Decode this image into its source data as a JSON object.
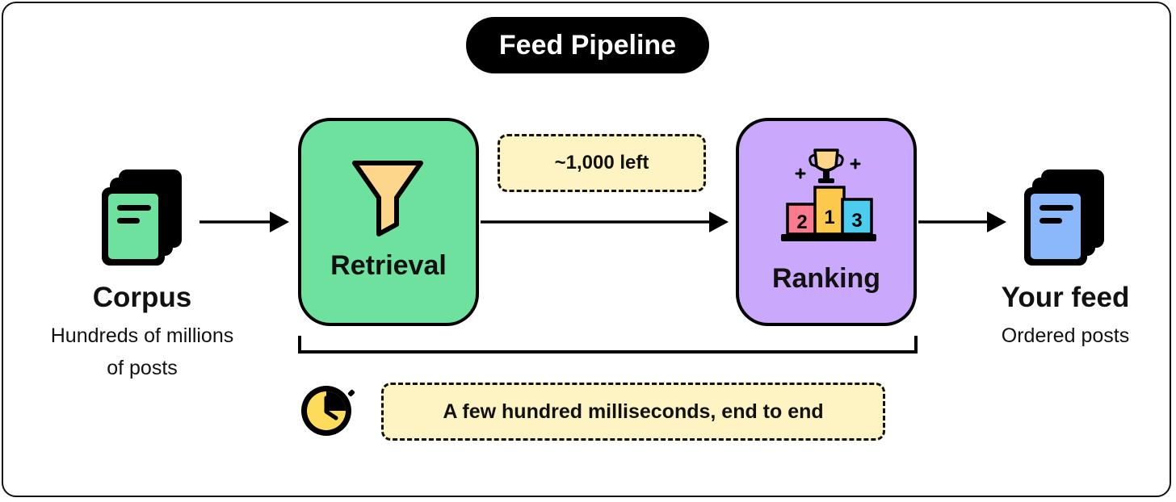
{
  "title": "Feed Pipeline",
  "corpus": {
    "title": "Corpus",
    "subtitle": "Hundreds of millions of posts",
    "subtitle_line1": "Hundreds of millions",
    "subtitle_line2": "of posts",
    "icon": "document-stack-icon",
    "color": "#6ee19f"
  },
  "retrieval": {
    "label": "Retrieval",
    "icon": "funnel-icon",
    "color": "#6ee19f"
  },
  "filter_note": "~1,000 left",
  "ranking": {
    "label": "Ranking",
    "icon": "trophy-podium-icon",
    "color": "#caa8fb",
    "podium": [
      "2",
      "1",
      "3"
    ]
  },
  "feed": {
    "title": "Your feed",
    "subtitle": "Ordered posts",
    "icon": "document-stack-icon",
    "color": "#8ab8fb"
  },
  "latency": {
    "text": "A few hundred milliseconds, end to end",
    "icon": "stopwatch-icon",
    "color": "#fddc5c"
  }
}
